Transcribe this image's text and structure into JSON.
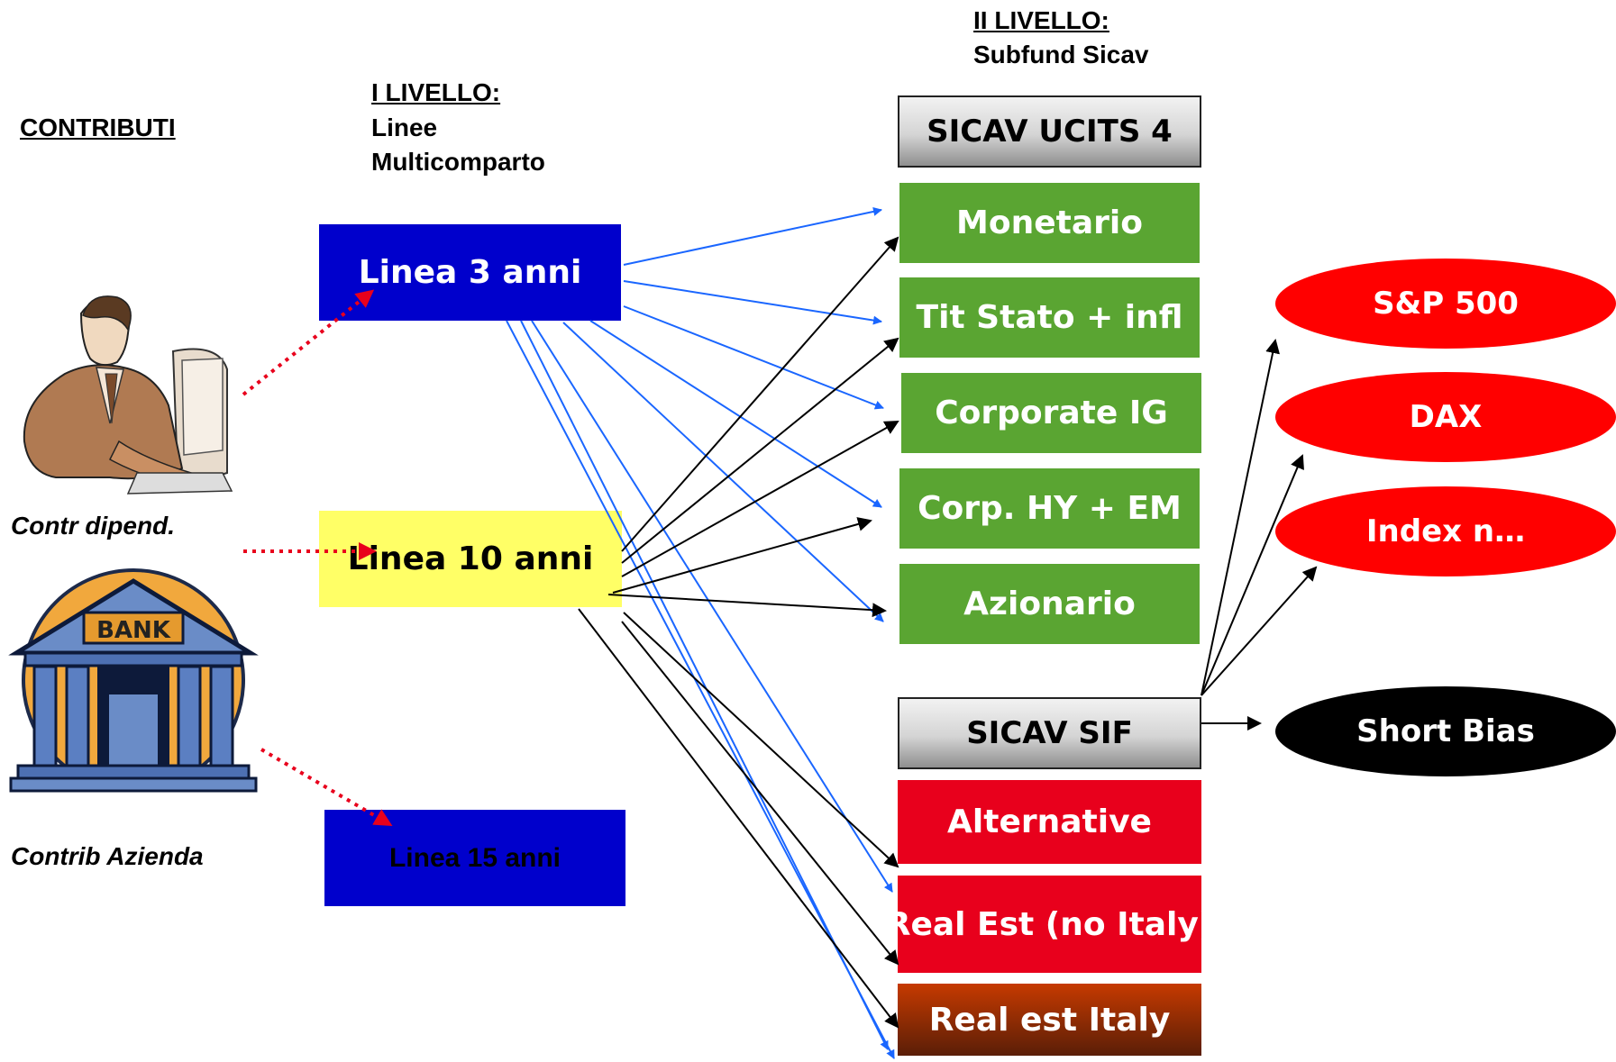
{
  "headers": {
    "contributi": "CONTRIBUTI",
    "livello1_title": "I LIVELLO:",
    "livello1_line1": "Linee",
    "livello1_line2": "Multicomparto",
    "livello2_title": "II LIVELLO:",
    "livello2_sub": "Subfund Sicav"
  },
  "contributors": {
    "dipendente": "Contr dipend.",
    "azienda": "Contrib Azienda",
    "bank_sign": "BANK"
  },
  "lines": [
    {
      "label": "Linea 3 anni",
      "color": "#0000cc"
    },
    {
      "label": "Linea 10 anni",
      "color": "#ffff66"
    },
    {
      "label": "Linea 15 anni",
      "color": "#0000cc"
    }
  ],
  "ucits": {
    "title": "SICAV UCITS 4",
    "subfunds": [
      "Monetario",
      "Tit Stato + infl",
      "Corporate IG",
      "Corp. HY + EM",
      "Azionario"
    ]
  },
  "sif": {
    "title": "SICAV SIF",
    "subfunds": [
      "Alternative",
      "Real Est (no Italy)",
      "Real est Italy"
    ]
  },
  "indices": [
    "S&P 500",
    "DAX",
    "Index n…"
  ],
  "short_bias": "Short Bias",
  "colors": {
    "green": "#5aa532",
    "red": "#e8001c",
    "blue_arrow": "#1a66ff",
    "black_arrow": "#000000",
    "dotted_red": "#e8001c"
  }
}
